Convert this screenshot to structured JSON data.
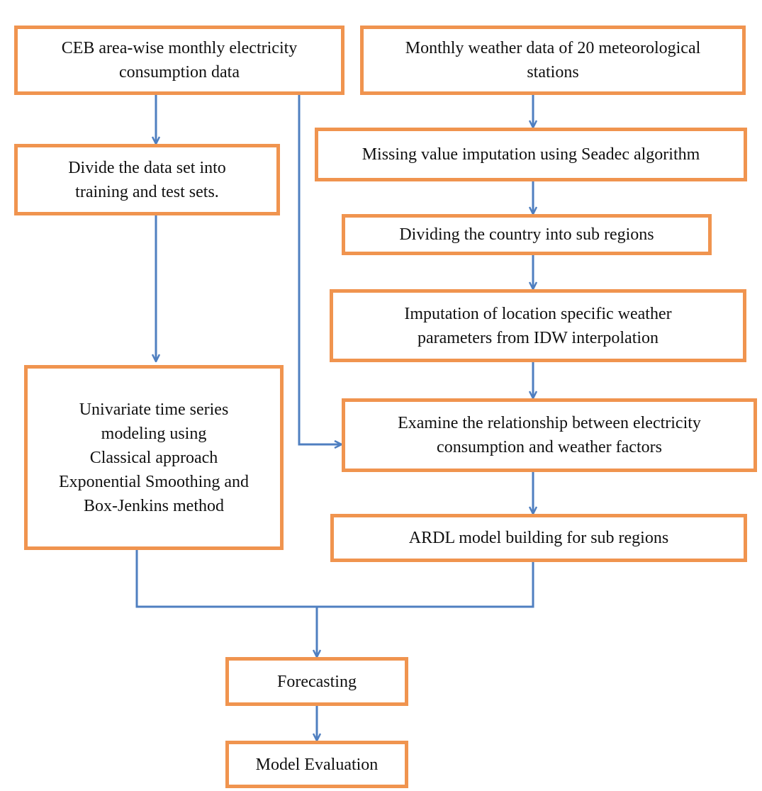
{
  "diagram": {
    "colors": {
      "box_border": "#f0944f",
      "arrow": "#4f7fc0",
      "text": "#111111"
    },
    "boxes": {
      "ceb_data": [
        "CEB area-wise monthly electricity",
        "consumption data"
      ],
      "weather_data": [
        "Monthly weather data of 20 meteorological",
        "stations"
      ],
      "missing_value": [
        "Missing value imputation using Seadec algorithm"
      ],
      "divide_dataset": [
        "Divide the data set into",
        "training and test sets."
      ],
      "divide_country": [
        "Dividing the country into sub regions"
      ],
      "imputation_idw": [
        "Imputation of location specific weather",
        "parameters from IDW interpolation"
      ],
      "univariate": [
        "Univariate time series",
        "modeling using",
        "Classical approach",
        "Exponential Smoothing and",
        "Box-Jenkins method"
      ],
      "examine": [
        "Examine the relationship between electricity",
        "consumption and weather factors"
      ],
      "ardl": [
        "ARDL model building for sub regions"
      ],
      "forecasting": [
        "Forecasting"
      ],
      "evaluation": [
        "Model Evaluation"
      ]
    }
  }
}
